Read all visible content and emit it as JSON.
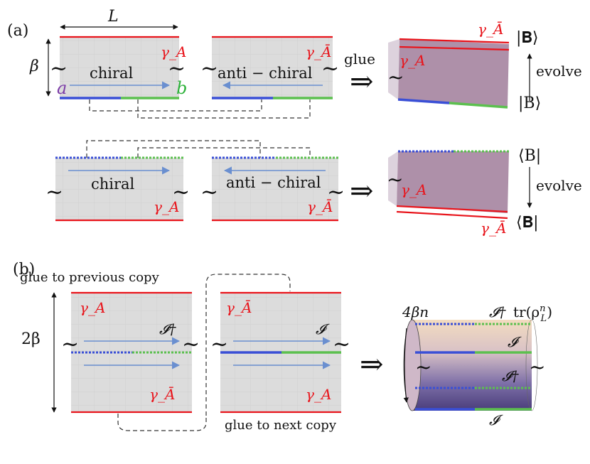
{
  "panel_a": {
    "label": "(a)",
    "length_label": "L",
    "beta_label": "β",
    "gamma_A": "γ_A",
    "gamma_Abar": "γ_Ā",
    "chiral": "chiral",
    "anti_chiral": "anti − chiral",
    "point_a": "a",
    "point_b": "b",
    "glue": "glue",
    "ket_bold": "|𝐁⟩",
    "ket": "|B⟩",
    "bra": "⟨B|",
    "bra_bold": "⟨𝐁|",
    "evolve": "evolve",
    "tilde": "~",
    "implies": "⇒"
  },
  "panel_b": {
    "label": "(b)",
    "two_beta": "2β",
    "glue_prev": "glue to previous copy",
    "glue_next": "glue to next copy",
    "I_dagger": "𝓘†",
    "I": "𝓘",
    "four_beta_n": "4βn",
    "trace": "tr(ρ",
    "trace_sup": "n",
    "trace_sub": "L",
    "trace_close": ")"
  },
  "colors": {
    "red": "#e8141b",
    "blue": "#3a4fd6",
    "green": "#5cc04f",
    "arrow": "#6a8fd0",
    "panel_gray": "#dcdcdc",
    "surface": "#a07c9a"
  }
}
